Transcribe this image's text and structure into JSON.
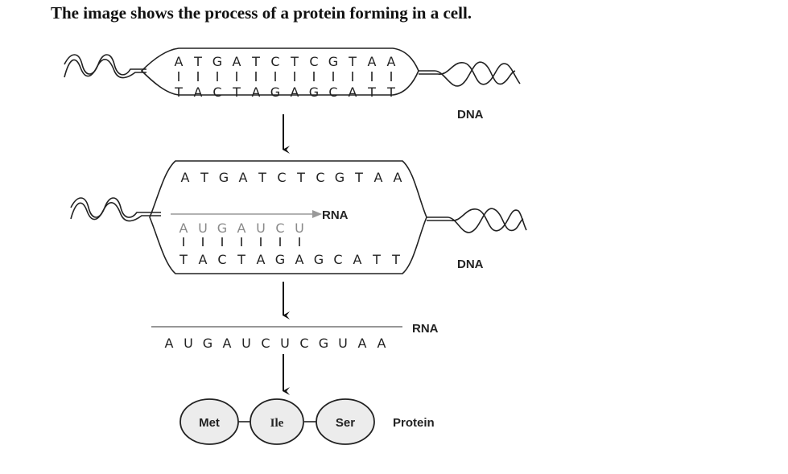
{
  "title": "The image shows the process of a protein forming in a cell.",
  "stage1": {
    "coding_strand": [
      "A",
      "T",
      "G",
      "A",
      "T",
      "C",
      "T",
      "C",
      "G",
      "T",
      "A",
      "A"
    ],
    "template_strand": [
      "T",
      "A",
      "C",
      "T",
      "A",
      "G",
      "A",
      "G",
      "C",
      "A",
      "T",
      "T"
    ],
    "label": "DNA"
  },
  "stage2": {
    "coding_strand": [
      "A",
      "T",
      "G",
      "A",
      "T",
      "C",
      "T",
      "C",
      "G",
      "T",
      "A",
      "A"
    ],
    "rna_partial": [
      "A",
      "U",
      "G",
      "A",
      "U",
      "C",
      "U"
    ],
    "rna_label": "RNA",
    "template_strand": [
      "T",
      "A",
      "C",
      "T",
      "A",
      "G",
      "A",
      "G",
      "C",
      "A",
      "T",
      "T"
    ],
    "label": "DNA"
  },
  "stage3": {
    "rna_sequence": [
      "A",
      "U",
      "G",
      "A",
      "U",
      "C",
      "U",
      "C",
      "G",
      "U",
      "A",
      "A"
    ],
    "label": "RNA"
  },
  "stage4": {
    "amino_acids": [
      "Met",
      "Ile",
      "Ser"
    ],
    "label": "Protein"
  },
  "colors": {
    "ink": "#222222",
    "rna_gray": "#8a8a8a",
    "bead_fill": "#ececec"
  }
}
